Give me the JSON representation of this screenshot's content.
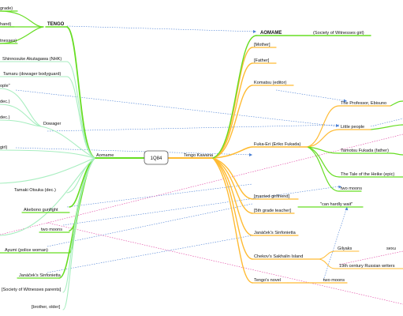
{
  "center": {
    "label": "1Q84"
  },
  "branches": {
    "aomame": {
      "label": "Aomame"
    },
    "tengo": {
      "label": "Tengo Kawana"
    }
  },
  "left_nodes": {
    "grade": "grade)",
    "tengo": "TENGO",
    "hand": "hand)",
    "witnesses": "tnesses)",
    "akutagawa": "Shinnosuke Akutagawa (NHK)",
    "tamaru": "Tamaru (dowager bodyguard)",
    "people": "ople\"",
    "dec1": "dec.)",
    "dec2": "dec.)",
    "dowager": "Dowager",
    "girl": "girl)",
    "tamaki": "Tamaki Otsuka (dec.)",
    "akebono": "Akebono gunfight",
    "two_moons": "two moons",
    "ayumi": "Ayumi (police woman)",
    "janacek": "Janáček's Sinfonietta",
    "society_parents": "[Society of Witnesses parents]",
    "brother": "[brother, older]"
  },
  "right_nodes": {
    "aomame": "AOMAME",
    "society_girl": "(Society of Witnesses girl)",
    "mother": "[Mother]",
    "father": "[Father]",
    "komatsu": "Komatsu (editor)",
    "ebisuno": "The Professor, Ebisuno",
    "little_people": "Little people",
    "fukaeri": "Fuka-Eri (Eriko Fukada)",
    "tamotsu": "Tamotsu Fukada (father)",
    "heike": "The Tale of the Heike (epic)",
    "two_moons": "two moons",
    "married": "[married girlfriend]",
    "cant_wait": "\"can hardly wait\"",
    "teacher": "[5th grade teacher]",
    "janacek": "Janáček's Sinfonietta",
    "chekov": "Chekov's Sakhalin Island",
    "gilyaks": "Gilyaks",
    "sexu": "sexu",
    "russian": "19th century Russian writers",
    "tengos_novel": "Tengo's novel",
    "two_moons_2": "two moons"
  },
  "colors": {
    "aomame_branch": "#66dd22",
    "aomame_light": "#a8eec0",
    "tengo_branch": "#ffbb33",
    "tengo_light": "#ffd98a",
    "link_blue": "#4a7fd4",
    "link_pink": "#e040a0"
  }
}
